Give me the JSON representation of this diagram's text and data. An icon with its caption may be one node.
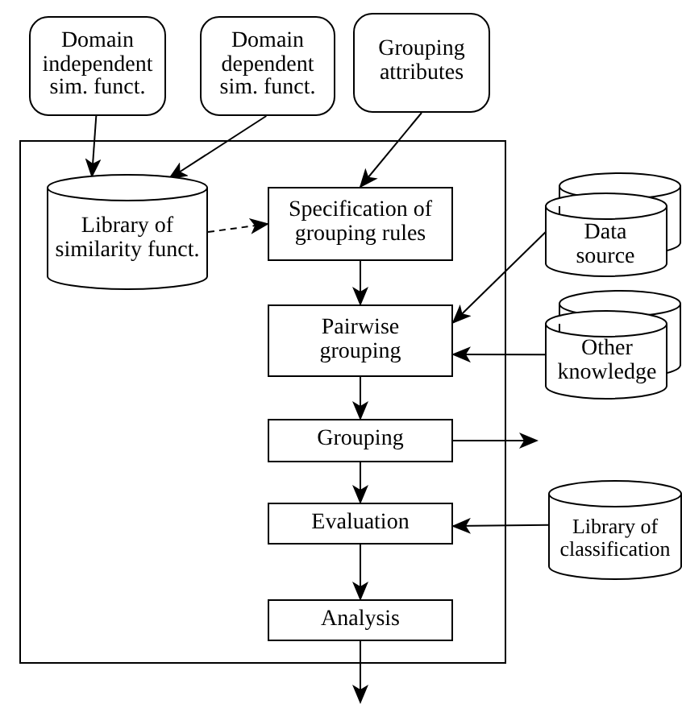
{
  "diagram": {
    "nodes": [
      {
        "text": [
          "Domain independent sim. funct."
        ]
      },
      {
        "text": [
          "Domain dependent sim. funct."
        ]
      },
      {
        "text": [
          "Grouping attributes"
        ]
      },
      {
        "text": [],
        "shape": "box"
      },
      {
        "text": [
          "Library of similarity funct."
        ],
        "in": 3
      },
      {
        "text": [
          "Specification of grouping rules"
        ],
        "in": 3
      },
      {
        "text": [
          "Pairwise grouping"
        ],
        "in": 3
      },
      {
        "text": [
          "Grouping"
        ],
        "in": 3
      },
      {
        "text": [
          "Evaluation"
        ],
        "in": 3
      },
      {
        "text": [
          "Analysis"
        ],
        "in": 3
      },
      {
        "text": [
          "Data source"
        ]
      },
      {
        "text": [
          "Other knowledge"
        ]
      },
      {
        "text": [
          "Library of classification"
        ]
      }
    ],
    "edges": [
      {
        "from": 0,
        "to": 4,
        "arrow": "to"
      },
      {
        "from": 1,
        "to": 4,
        "arrow": "to"
      },
      {
        "from": 2,
        "to": 5,
        "arrow": "to"
      },
      {
        "from": 4,
        "to": 5,
        "arrow": "to",
        "style": "dashed"
      },
      {
        "from": 5,
        "to": 6,
        "arrow": "to"
      },
      {
        "from": 10,
        "to": 6,
        "arrow": "to"
      },
      {
        "from": 11,
        "to": 6,
        "arrow": "to"
      },
      {
        "from": 6,
        "to": 7,
        "arrow": "to"
      },
      {
        "from": 7,
        "to": null,
        "arrow": "to"
      },
      {
        "from": 12,
        "to": 8,
        "arrow": "to"
      },
      {
        "from": 7,
        "to": 8,
        "arrow": "to"
      },
      {
        "from": 8,
        "to": 9,
        "arrow": "to"
      },
      {
        "from": 9,
        "to": null,
        "arrow": "to"
      }
    ]
  }
}
